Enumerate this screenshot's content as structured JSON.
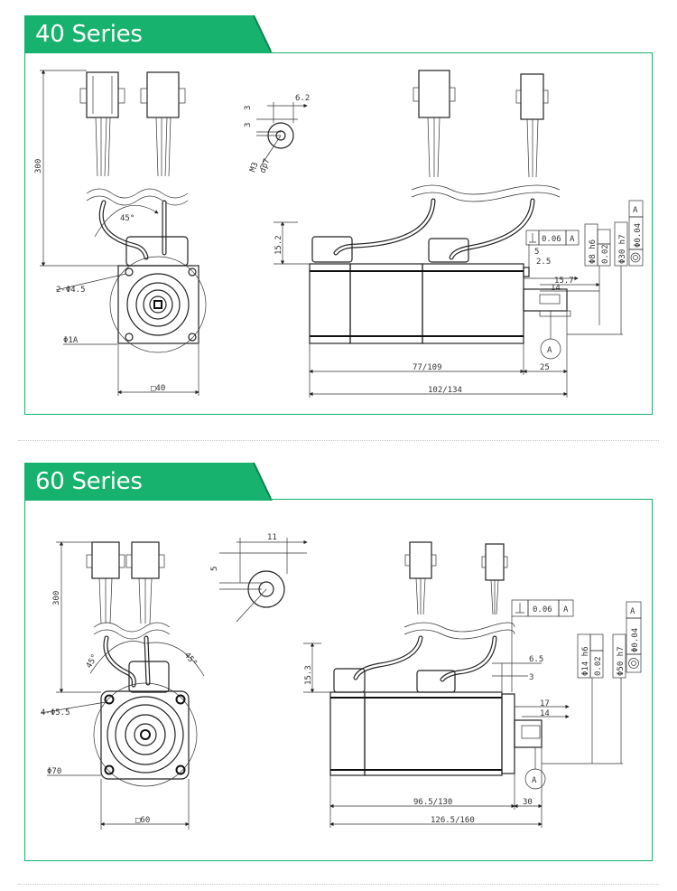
{
  "sections": [
    {
      "title": "40 Series Dimensions",
      "labels": {
        "cable_len": "300",
        "angle": "45°",
        "holes": "2-Φ4.5",
        "pcd": "Φ1A",
        "flange": "□40",
        "key_w": "6.2",
        "key_a": "3",
        "key_b": "3",
        "thread": "M3",
        "thread_depth": "dp7",
        "height": "15.2",
        "tol_perp": "0.06",
        "datum": "A",
        "shaft_dia": "Φ8 h6",
        "runout": "0.02",
        "pilot_dia": "Φ30 h7",
        "pilot_tol": "Φ0.04",
        "d5": "5",
        "d2_5": "2.5",
        "d15_7": "15.7",
        "d14": "14",
        "body_len": "77/109",
        "shaft_len": "25",
        "total_len": "102/134",
        "datum_marker": "A"
      }
    },
    {
      "title": "60 Series Dimensions",
      "labels": {
        "cable_len": "300",
        "angle_l": "45°",
        "angle_r": "45°",
        "holes": "4-Φ5.5",
        "pcd": "Φ70",
        "flange": "□60",
        "key_w": "11",
        "key_a": "5",
        "height": "15.3",
        "tol_perp": "0.06",
        "datum": "A",
        "d6_5": "6.5",
        "d3": "3",
        "shaft_dia": "Φ14 h6",
        "runout": "0.02",
        "pilot_dia": "Φ50 h7",
        "pilot_tol": "Φ0.04",
        "d17": "17",
        "d14": "14",
        "body_len": "96.5/130",
        "shaft_len": "30",
        "total_len": "126.5/160",
        "datum_marker": "A"
      }
    }
  ],
  "colors": {
    "accent": "#17b26e",
    "accent_dark": "#0d7f4d",
    "line": "#222222"
  }
}
